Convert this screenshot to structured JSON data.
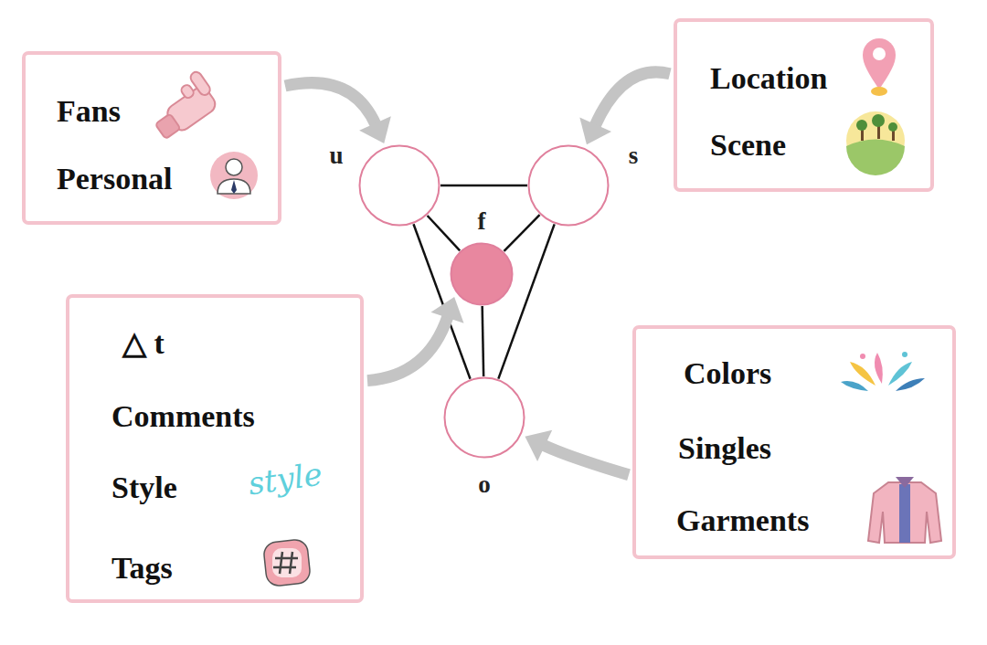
{
  "diagram": {
    "nodes": [
      {
        "text": [
          "Fans",
          "Personal"
        ]
      },
      {
        "text": [
          "u"
        ]
      },
      {
        "text": [
          "s"
        ]
      },
      {
        "text": [
          "Location",
          "Scene"
        ]
      },
      {
        "text": [
          "f"
        ]
      },
      {
        "text": [
          "△ t",
          "Comments",
          "Style",
          "Tags"
        ]
      },
      {
        "text": [
          "Colors",
          "Singles",
          "Garments"
        ]
      },
      {
        "text": [
          "o"
        ]
      }
    ],
    "edges": [
      {
        "from": 1,
        "to": 2,
        "arrow": "none"
      },
      {
        "from": 1,
        "to": 4,
        "arrow": "none"
      },
      {
        "from": 2,
        "to": 4,
        "arrow": "none"
      },
      {
        "from": 1,
        "to": 7,
        "arrow": "none"
      },
      {
        "from": 2,
        "to": 7,
        "arrow": "none"
      },
      {
        "from": 4,
        "to": 7,
        "arrow": "none"
      },
      {
        "from": 0,
        "to": 1,
        "arrow": "to"
      },
      {
        "from": 3,
        "to": 2,
        "arrow": "to"
      },
      {
        "from": 5,
        "to": 4,
        "arrow": "to"
      },
      {
        "from": 6,
        "to": 7,
        "arrow": "to"
      }
    ],
    "labels": [
      "style"
    ]
  }
}
